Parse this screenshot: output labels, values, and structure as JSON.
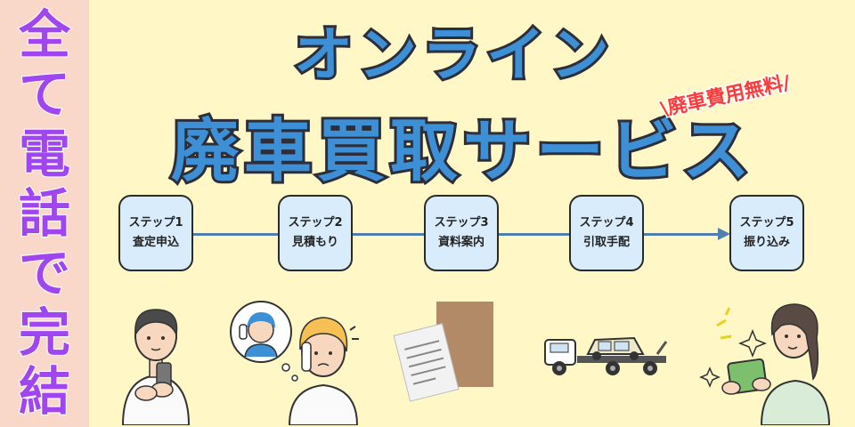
{
  "side_banner": {
    "chars": [
      "全",
      "て",
      "電",
      "話",
      "で",
      "完",
      "結"
    ]
  },
  "title": {
    "line1": "オンライン",
    "line2": "廃車買取サービス"
  },
  "badge": {
    "text": "\\廃車費用無料/"
  },
  "steps": [
    {
      "label": "ステップ1",
      "desc": "査定申込"
    },
    {
      "label": "ステップ2",
      "desc": "見積もり"
    },
    {
      "label": "ステップ3",
      "desc": "資料案内"
    },
    {
      "label": "ステップ4",
      "desc": "引取手配"
    },
    {
      "label": "ステップ5",
      "desc": "振り込み"
    }
  ],
  "colors": {
    "title_fill": "#3d8fd6",
    "title_stroke": "#2e2e3a",
    "banner_text": "#a046f0",
    "badge": "#ff3a3a",
    "step_bg": "#d9ecfb"
  }
}
